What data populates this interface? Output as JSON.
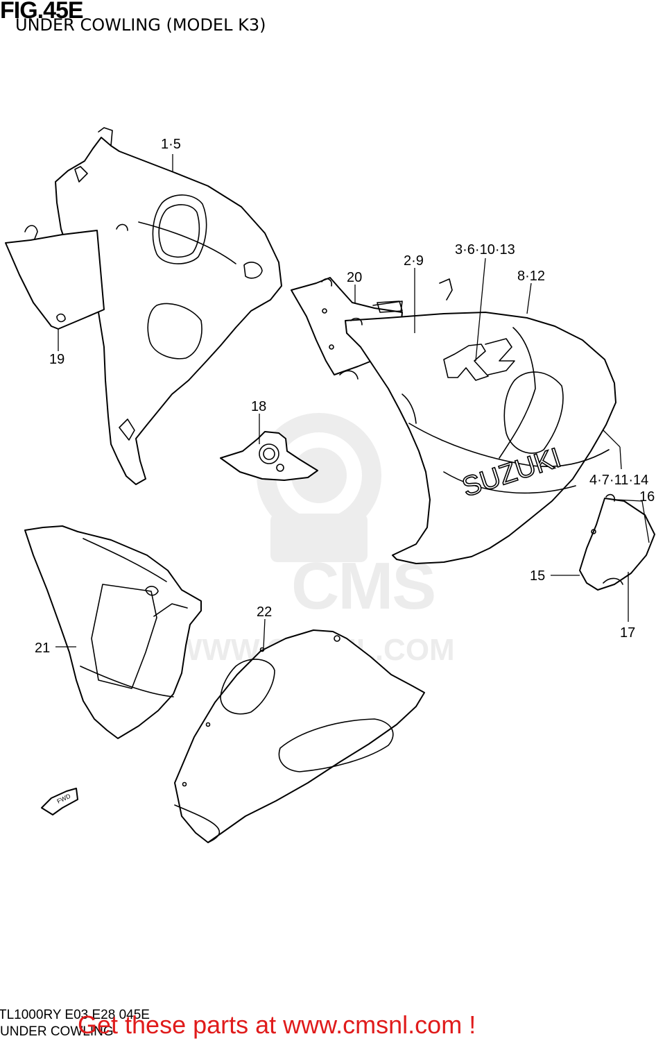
{
  "header": {
    "figure_no": "FIG.45E",
    "subtitle": "UNDER COWLING (MODEL K3)"
  },
  "callouts": [
    {
      "label": "1·5"
    },
    {
      "label": "19"
    },
    {
      "label": "20"
    },
    {
      "label": "2·9"
    },
    {
      "label": "3·6·10·13"
    },
    {
      "label": "8·12"
    },
    {
      "label": "18"
    },
    {
      "label": "4·7·11·14"
    },
    {
      "label": "16"
    },
    {
      "label": "15"
    },
    {
      "label": "17"
    },
    {
      "label": "22"
    },
    {
      "label": "21"
    }
  ],
  "watermark": {
    "brand": "CMS",
    "url": "WWW.CMSNL.COM"
  },
  "parts_text": {
    "brand_decal": "SUZUKI",
    "fwd_arrow": "FWD"
  },
  "footer": {
    "model_code": "TL1000RY E03 E28 045E",
    "section_name": "UNDER COWLING",
    "promo": "Get these parts at www.cmsnl.com !"
  },
  "colors": {
    "promo": "#e01b1b",
    "watermark": "#ececec",
    "line": "#000000"
  }
}
